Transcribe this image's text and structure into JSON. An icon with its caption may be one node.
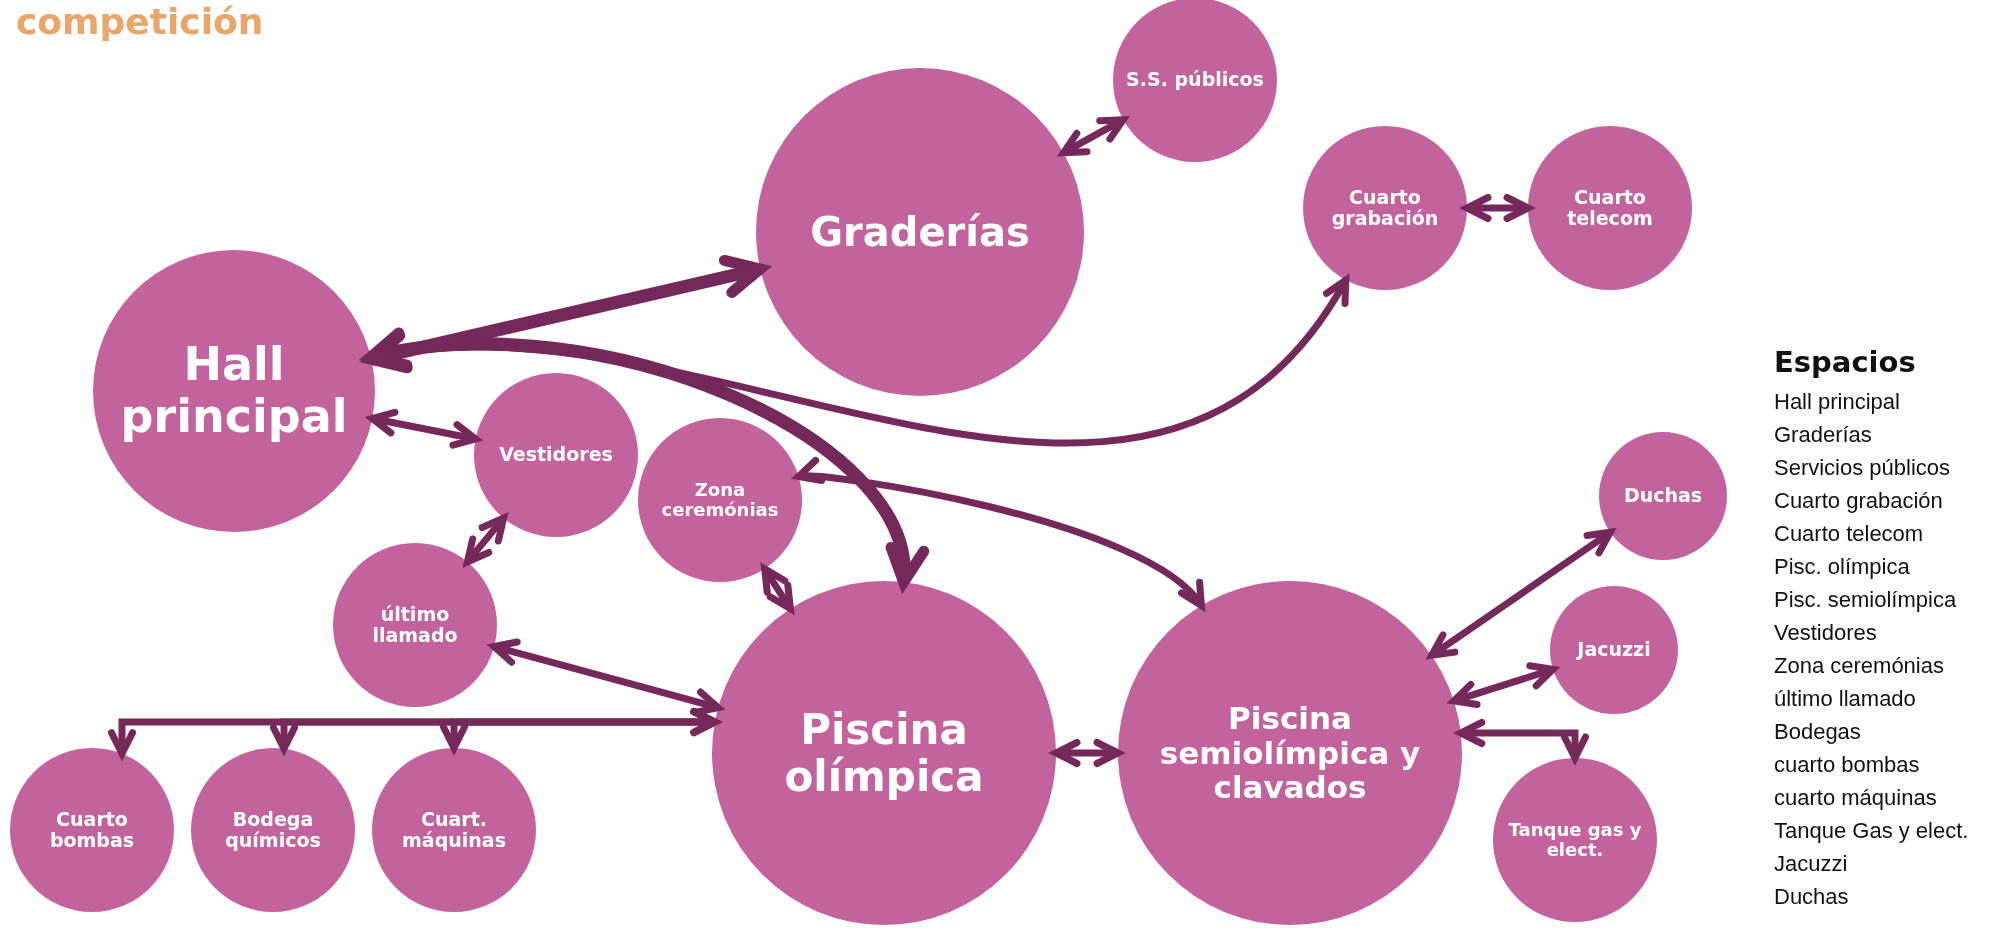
{
  "diagram": {
    "title": "competición",
    "nodes": [
      {
        "text": [
          "Hall principal"
        ]
      },
      {
        "text": [
          "Graderías"
        ]
      },
      {
        "text": [
          "S.S. públicos"
        ]
      },
      {
        "text": [
          "Cuarto grabación"
        ]
      },
      {
        "text": [
          "Cuarto telecom"
        ]
      },
      {
        "text": [
          "Vestidores"
        ]
      },
      {
        "text": [
          "Zona ceremónias"
        ]
      },
      {
        "text": [
          "último llamado"
        ]
      },
      {
        "text": [
          "Piscina olímpica"
        ]
      },
      {
        "text": [
          "Piscina semiolímpica y clavados"
        ]
      },
      {
        "text": [
          "Duchas"
        ]
      },
      {
        "text": [
          "Jacuzzi"
        ]
      },
      {
        "text": [
          "Tanque gas y elect."
        ]
      },
      {
        "text": [
          "Cuarto bombas"
        ]
      },
      {
        "text": [
          "Bodega químicos"
        ]
      },
      {
        "text": [
          "Cuart. máquinas"
        ]
      }
    ],
    "edges": [
      {
        "from": 0,
        "to": 1,
        "arrow": "both",
        "style": "thick"
      },
      {
        "from": 0,
        "to": 8,
        "arrow": "both",
        "style": "thick"
      },
      {
        "from": 0,
        "to": 3,
        "arrow": "both"
      },
      {
        "from": 1,
        "to": 2,
        "arrow": "both"
      },
      {
        "from": 3,
        "to": 4,
        "arrow": "both"
      },
      {
        "from": 0,
        "to": 5,
        "arrow": "both"
      },
      {
        "from": 5,
        "to": 7,
        "arrow": "both"
      },
      {
        "from": 7,
        "to": 8,
        "arrow": "both"
      },
      {
        "from": 6,
        "to": 8,
        "arrow": "both"
      },
      {
        "from": 6,
        "to": 9,
        "arrow": "both"
      },
      {
        "from": 8,
        "to": 9,
        "arrow": "both"
      },
      {
        "from": 9,
        "to": 10,
        "arrow": "both"
      },
      {
        "from": 9,
        "to": 11,
        "arrow": "both"
      },
      {
        "from": 9,
        "to": 12,
        "arrow": "both"
      },
      {
        "from": 8,
        "to": 13,
        "arrow": "both"
      },
      {
        "from": 8,
        "to": 14,
        "arrow": "both"
      },
      {
        "from": 8,
        "to": 15,
        "arrow": "both"
      }
    ],
    "labels": [
      "Espacios",
      "Hall principal",
      "Graderías",
      "Servicios públicos",
      "Cuarto grabación",
      "Cuarto telecom",
      "Pisc. olímpica",
      "Pisc. semiolímpica",
      "Vestidores",
      "Zona ceremónias",
      "último llamado",
      "Bodegas",
      "cuarto bombas",
      "cuarto máquinas",
      "Tanque Gas y elect.",
      "Jacuzzi",
      "Duchas"
    ]
  }
}
